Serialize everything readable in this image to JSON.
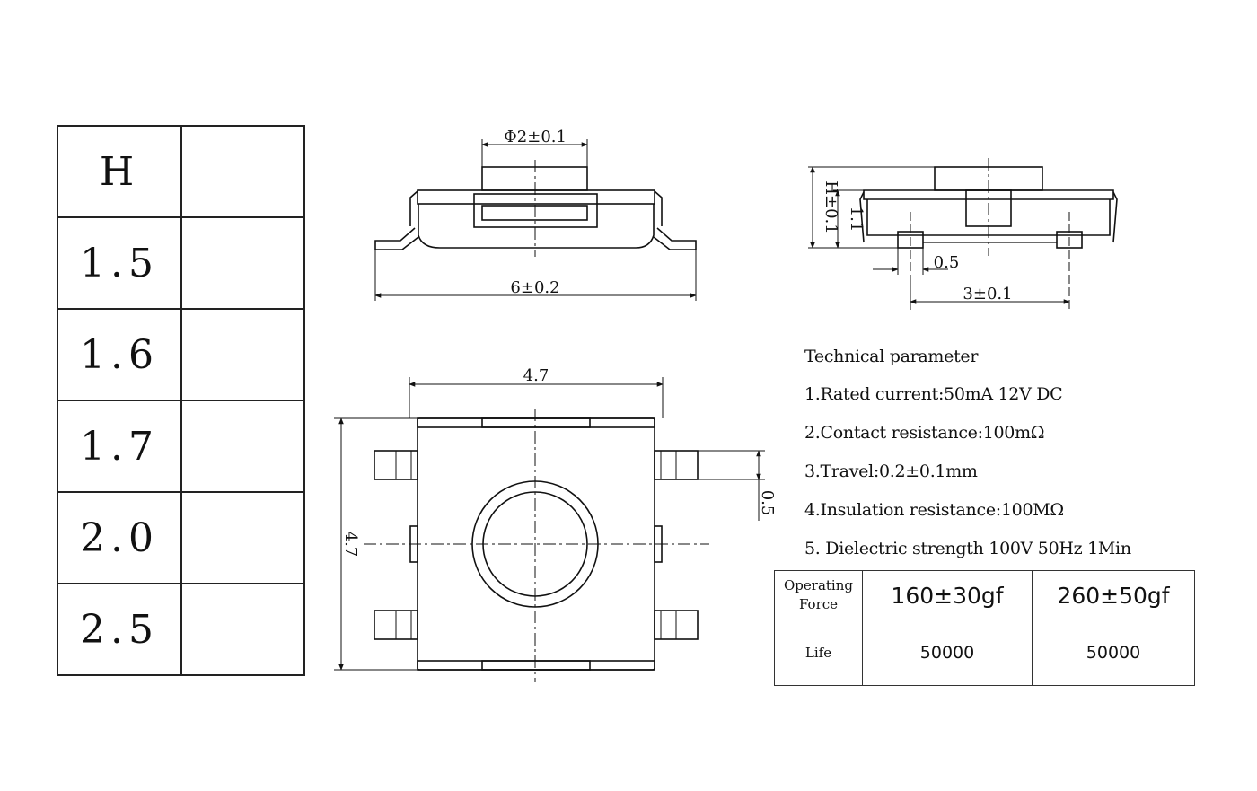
{
  "height_table": {
    "header": "H",
    "rows": [
      "1.5",
      "1.6",
      "1.7",
      "2.0",
      "2.5"
    ]
  },
  "dimensions": {
    "button_diameter": "Φ2±0.1",
    "length": "6±0.2",
    "height_h": "H±0.1",
    "height_body": "1.1",
    "pin_width": "0.5",
    "pin_pitch": "3±0.1",
    "body_width": "4.7",
    "body_height": "4.7",
    "pin_height": "0.5"
  },
  "technical": {
    "title": "Technical parameter",
    "items": [
      "1.Rated current:50mA 12V DC",
      "2.Contact resistance:100mΩ",
      "3.Travel:0.2±0.1mm",
      "4.Insulation resistance:100MΩ",
      "5. Dielectric strength 100V 50Hz 1Min"
    ]
  },
  "force_table": {
    "row1_label_line1": "Operating",
    "row1_label_line2": "Force",
    "force_a": "160±30gf",
    "force_b": "260±50gf",
    "row2_label": "Life",
    "life_a": "50000",
    "life_b": "50000"
  }
}
